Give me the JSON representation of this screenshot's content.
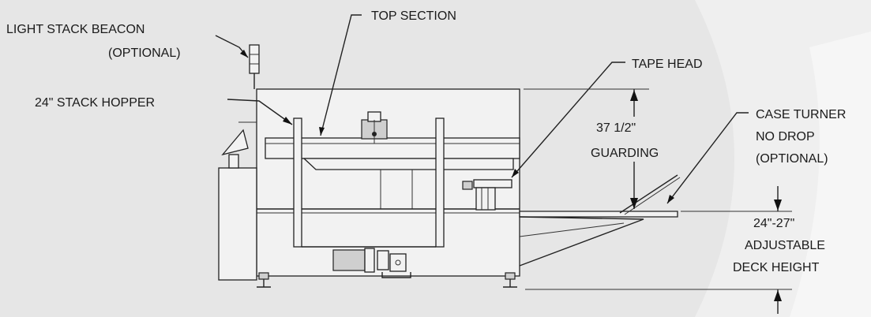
{
  "labels": {
    "light_stack_beacon": "LIGHT STACK BEACON",
    "optional_1": "(OPTIONAL)",
    "stack_hopper": "24\" STACK HOPPER",
    "top_section": "TOP SECTION",
    "tape_head": "TAPE HEAD",
    "guarding_dim": "37 1/2\"",
    "guarding": "GUARDING",
    "case_turner": "CASE TURNER",
    "no_drop": "NO DROP",
    "optional_2": "(OPTIONAL)",
    "deck_dim": "24\"-27\"",
    "adjustable": "ADJUSTABLE",
    "deck_height": "DECK HEIGHT"
  }
}
